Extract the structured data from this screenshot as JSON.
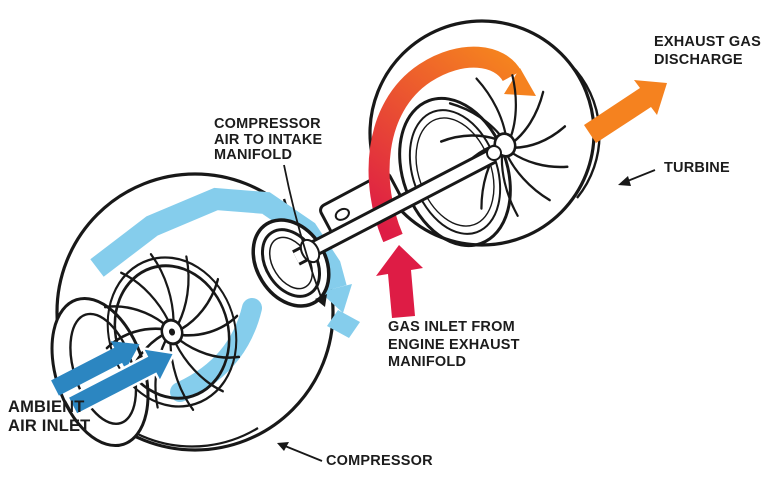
{
  "colors": {
    "line": "#181818",
    "text": "#1c1c1c",
    "background": "#ffffff",
    "orange": "#f5821f",
    "red": "#de1c45",
    "dark_blue": "#2c86c1",
    "light_blue": "#85cdec"
  },
  "labels": {
    "exhaust_gas_discharge": "EXHAUST GAS\nDISCHARGE",
    "compressor_air_to_intake_manifold": "COMPRESSOR\nAIR TO INTAKE\nMANIFOLD",
    "turbine": "TURBINE",
    "gas_inlet_from_engine_exhaust_manifold": "GAS INLET FROM\nENGINE EXHAUST\nMANIFOLD",
    "ambient_air_inlet": "AMBIENT\nAIR INLET",
    "compressor": "COMPRESSOR"
  },
  "flows": {
    "ambient_air_inlet_arrow": "dark blue inlet arrows",
    "compressed_air_flow": "light blue ribbon to intake manifold",
    "exhaust_gas_inlet_arrow": "red arrow up into turbine",
    "turbine_gas_spiral": "red-to-orange spiral through turbine",
    "exhaust_discharge_arrow": "orange arrow up-right"
  }
}
